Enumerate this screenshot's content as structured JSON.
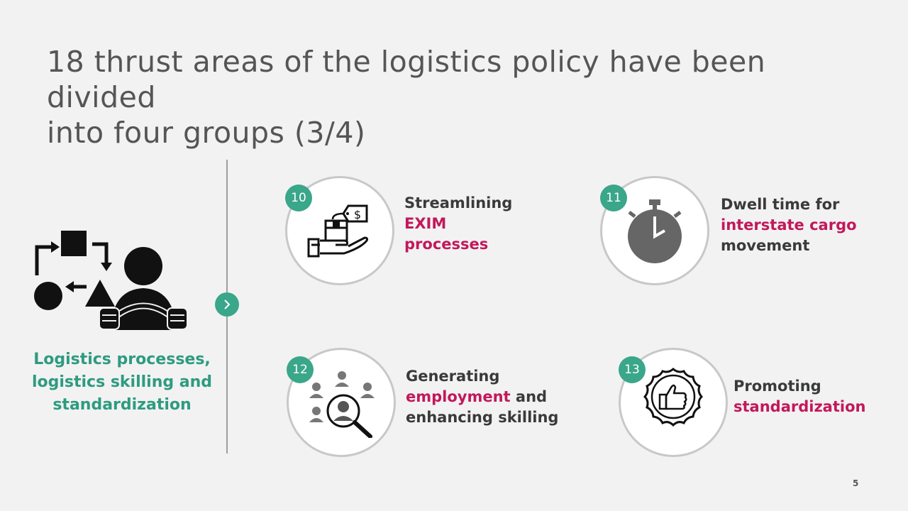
{
  "title": {
    "line1": "18 thrust areas of the logistics policy have been divided",
    "line2": "into four groups (3/4)"
  },
  "group": {
    "line1": "Logistics processes,",
    "line2": "logistics skilling and",
    "line3": "standardization",
    "icon": "process-flow-driver-icon",
    "accent_color": "#2e9b80"
  },
  "items": [
    {
      "number": "10",
      "icon": "hand-package-price-tag-icon",
      "line1": "Streamlining",
      "line2": "EXIM",
      "line3": "processes"
    },
    {
      "number": "11",
      "icon": "stopwatch-icon",
      "line1": "Dwell time for",
      "line2": "interstate cargo",
      "line3": "movement"
    },
    {
      "number": "12",
      "icon": "people-magnifier-icon",
      "line1": "Generating",
      "line2_highlight": "employment",
      "line2_rest": " and",
      "line3": "enhancing skilling"
    },
    {
      "number": "13",
      "icon": "thumbs-up-badge-icon",
      "line1": "Promoting",
      "line2": "standardization"
    }
  ],
  "page_number": "5",
  "colors": {
    "badge": "#3aa68a",
    "highlight": "#c2185b",
    "title": "#555555"
  }
}
